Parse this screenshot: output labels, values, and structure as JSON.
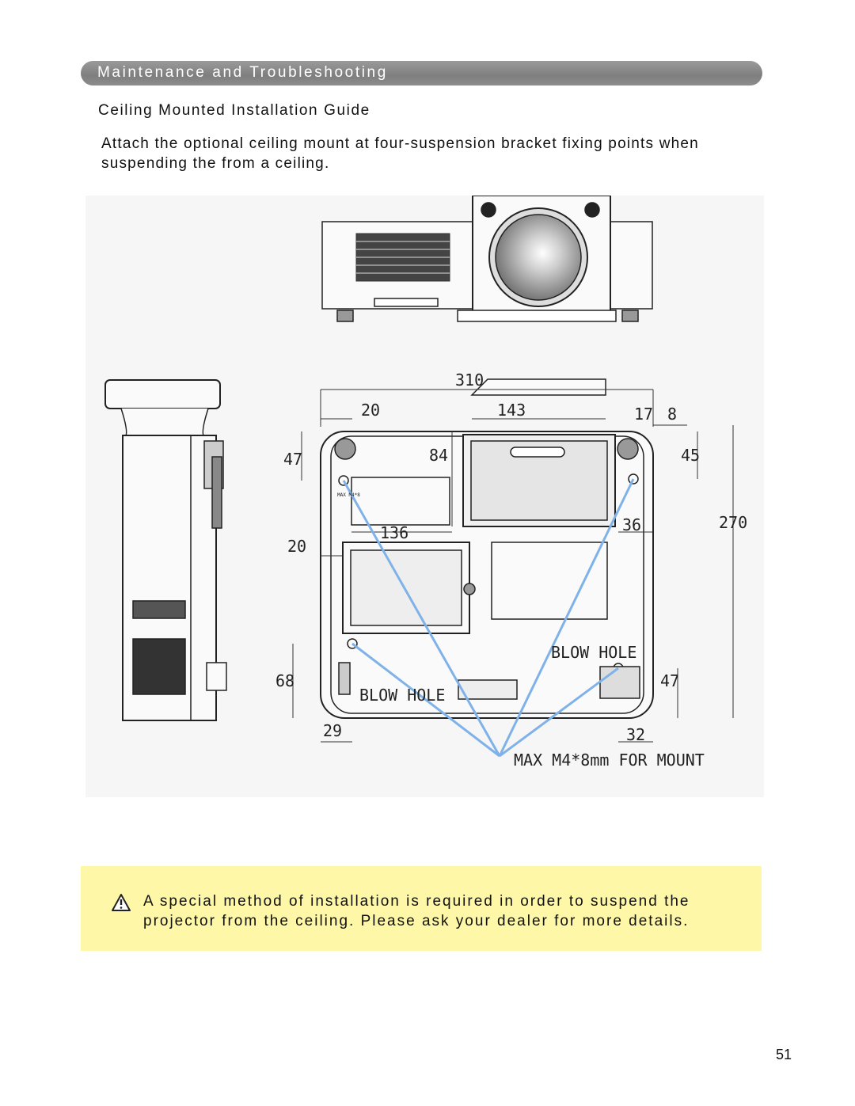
{
  "header": {
    "section_title": "Maintenance and Troubleshooting"
  },
  "content": {
    "guide_title": "Ceiling Mounted Installation Guide",
    "intro": "Attach the optional ceiling mount at four-suspension bracket fixing points when suspending the from a ceiling."
  },
  "drawing": {
    "dimensions": {
      "overall_width": "310",
      "left_offset_top": "20",
      "lens_width": "143",
      "right_small_a": "17",
      "right_small_b": "8",
      "left_vertical_top": "47",
      "center_vertical": "84",
      "right_vertical_top": "45",
      "overall_depth": "270",
      "left_inner": "136",
      "right_inner": "36",
      "left_offset_mid": "20",
      "left_vertical_bottom": "68",
      "right_vertical_bottom": "47",
      "bottom_left": "29",
      "bottom_right": "32"
    },
    "labels": {
      "blow_hole_right": "BLOW HOLE",
      "blow_hole_bottom": "BLOW HOLE",
      "mount_note": "MAX M4*8mm FOR MOUNT",
      "screw_mark": "MAX M4*8"
    },
    "colors": {
      "mount_lines": "#7fb2e8"
    }
  },
  "caution": {
    "icon": "warning-triangle-icon",
    "text": "A special method of installation is required in order to suspend the projector from the ceiling. Please ask your dealer for more details."
  },
  "footer": {
    "page_number": "51"
  }
}
